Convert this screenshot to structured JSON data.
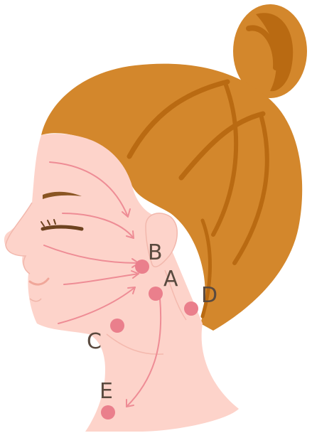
{
  "diagram": {
    "points": [
      {
        "id": "A",
        "label": "A"
      },
      {
        "id": "B",
        "label": "B"
      },
      {
        "id": "C",
        "label": "C"
      },
      {
        "id": "D",
        "label": "D"
      },
      {
        "id": "E",
        "label": "E"
      }
    ]
  },
  "colors": {
    "skin": "#fdd3ca",
    "skin_outline": "#e8a79a",
    "hair": "#d3872c",
    "hair_dark": "#b96a12",
    "point": "#ea7f8c",
    "arrow": "#ee8c95",
    "eyebrow": "#8a5523",
    "lash": "#6d4320",
    "label": "#5a4a3f"
  }
}
